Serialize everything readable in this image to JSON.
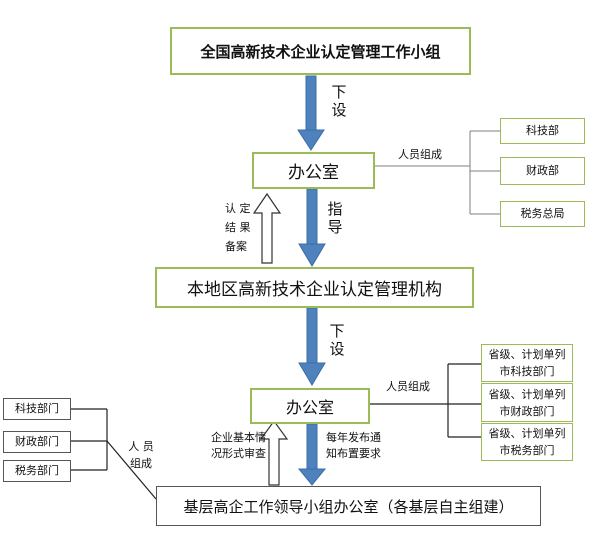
{
  "top_group": "全国高新技术企业认定管理工作小组",
  "office_national": "办公室",
  "arrow_top_label": "下设",
  "arrow_mid_label": "指导",
  "result_label": [
    "认 定",
    "结 果",
    "备案"
  ],
  "member_label_top": "人员组成",
  "national_members": [
    "科技部",
    "财政部",
    "税务总局"
  ],
  "local_agency": "本地区高新技术企业认定管理机构",
  "arrow_local_label": "下设",
  "office_local": "办公室",
  "member_label_local": "人员组成",
  "local_members": [
    "省级、计划单列市科技部门",
    "省级、计划单列市财政部门",
    "省级、计划单列市税务部门"
  ],
  "left_members": [
    "科技部门",
    "财政部门",
    "税务部门"
  ],
  "left_member_label": "人 员组成",
  "review_label": "企业基本情况形式审查",
  "annual_label": "每年发布通知布置要求",
  "base_office": "基层高企工作领导小组办公室（各基层自主组建）"
}
